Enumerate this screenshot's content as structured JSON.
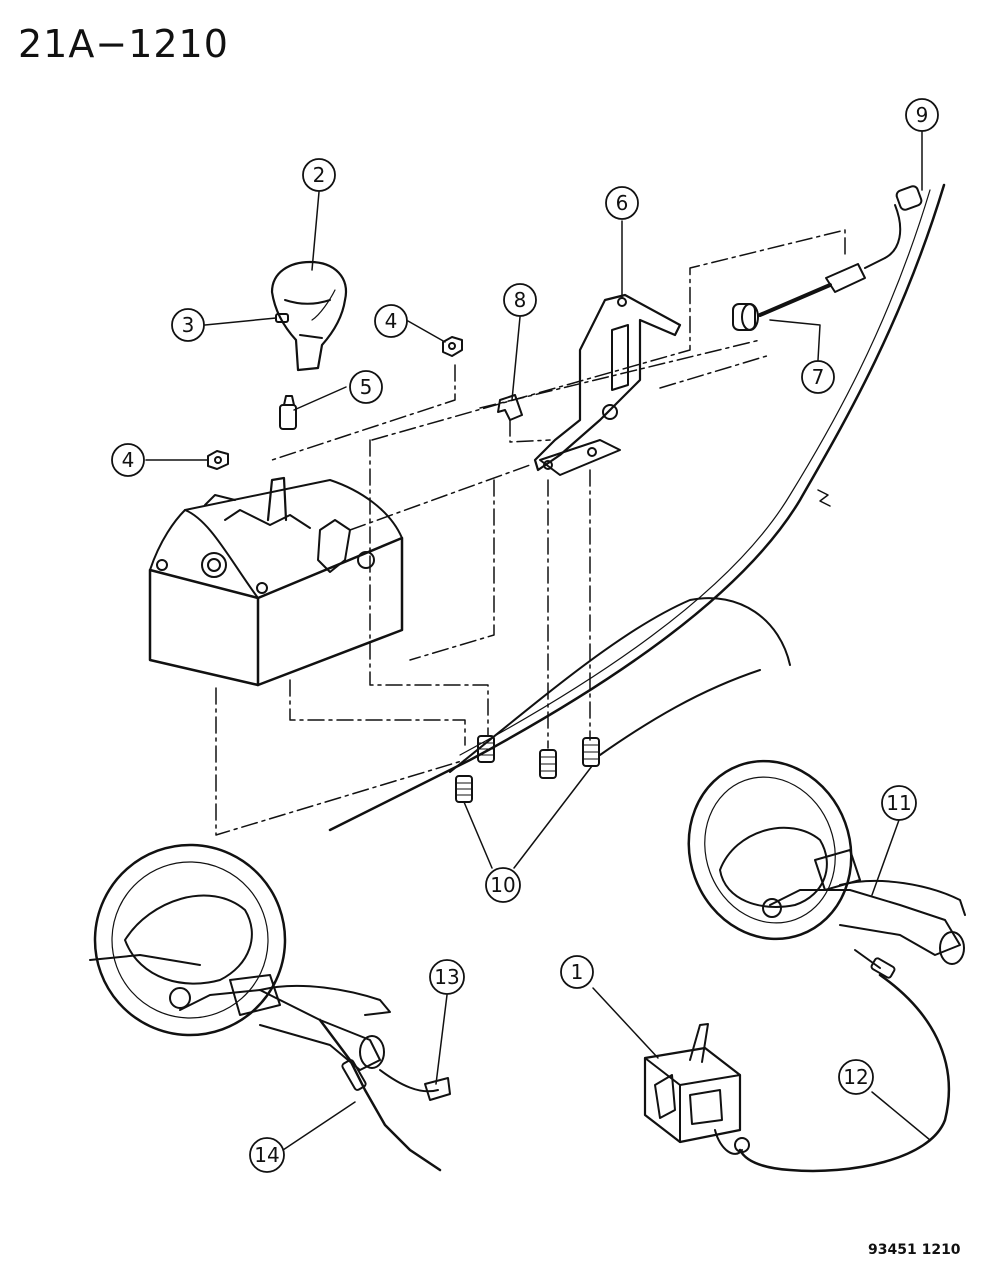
{
  "diagram_title": "21A−1210",
  "footer_code": "93451 1210",
  "callouts": [
    {
      "id": "callout-1",
      "label": "1"
    },
    {
      "id": "callout-2",
      "label": "2"
    },
    {
      "id": "callout-3",
      "label": "3"
    },
    {
      "id": "callout-4a",
      "label": "4"
    },
    {
      "id": "callout-4b",
      "label": "4"
    },
    {
      "id": "callout-5",
      "label": "5"
    },
    {
      "id": "callout-6",
      "label": "6"
    },
    {
      "id": "callout-7",
      "label": "7"
    },
    {
      "id": "callout-8",
      "label": "8"
    },
    {
      "id": "callout-9",
      "label": "9"
    },
    {
      "id": "callout-10",
      "label": "10"
    },
    {
      "id": "callout-11",
      "label": "11"
    },
    {
      "id": "callout-12",
      "label": "12"
    },
    {
      "id": "callout-13",
      "label": "13"
    },
    {
      "id": "callout-14",
      "label": "14"
    }
  ]
}
